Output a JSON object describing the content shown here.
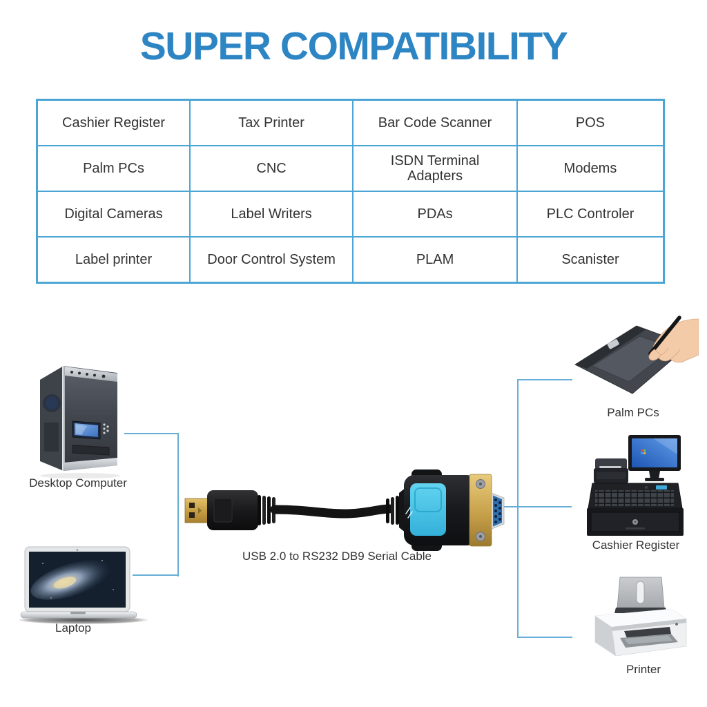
{
  "title": "SUPER COMPATIBILITY",
  "table": {
    "rows": [
      [
        "Cashier Register",
        "Tax Printer",
        "Bar Code Scanner",
        "POS"
      ],
      [
        "Palm PCs",
        "CNC",
        "ISDN Terminal\nAdapters",
        "Modems"
      ],
      [
        "Digital Cameras",
        "Label Writers",
        "PDAs",
        "PLC Controler"
      ],
      [
        "Label printer",
        "Door Control System",
        "PLAM",
        "Scanister"
      ]
    ]
  },
  "diagram": {
    "cable_label": "USB 2.0 to RS232 DB9 Serial Cable",
    "labels": {
      "desktop": "Desktop Computer",
      "laptop": "Laptop",
      "palm": "Palm PCs",
      "cashier": "Cashier Register",
      "printer": "Printer"
    }
  },
  "colors": {
    "title_blue": "#2E85C3",
    "table_border_blue": "#4BA6D6",
    "connector_line_blue": "#66AED6",
    "body_text": "#333333",
    "cable_accent_cyan": "#4AC4E6",
    "db9_insert_blue": "#2F6FAE",
    "usb_gold": "#CDA94F"
  }
}
